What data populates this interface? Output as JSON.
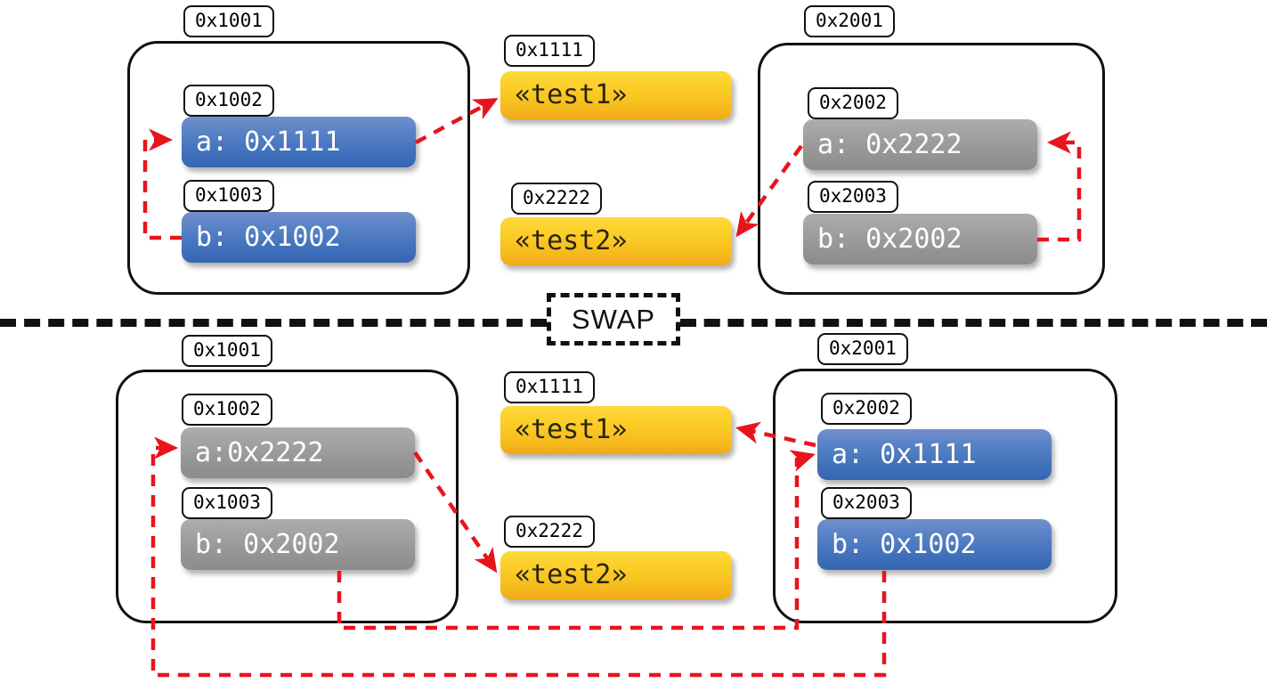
{
  "diagram": {
    "title": "pointer swap memory diagram",
    "divider_label": "SWAP",
    "colors": {
      "pointer_blue": "#3f6fba",
      "pointer_gray": "#9a9a9a",
      "string_yellow": "#f5b81c",
      "arrow_red": "#e8141c",
      "outline_black": "#111111"
    }
  },
  "before": {
    "left_frame": {
      "address": "0x1001",
      "slots": [
        {
          "address": "0x1002",
          "text": "a: 0x1111",
          "style": "blue"
        },
        {
          "address": "0x1003",
          "text": "b: 0x1002",
          "style": "blue"
        }
      ]
    },
    "right_frame": {
      "address": "0x2001",
      "slots": [
        {
          "address": "0x2002",
          "text": "a: 0x2222",
          "style": "gray"
        },
        {
          "address": "0x2003",
          "text": "b: 0x2002",
          "style": "gray"
        }
      ]
    },
    "strings": [
      {
        "address": "0x1111",
        "text": "«test1»",
        "style": "yellow"
      },
      {
        "address": "0x2222",
        "text": "«test2»",
        "style": "yellow"
      }
    ]
  },
  "after": {
    "left_frame": {
      "address": "0x1001",
      "slots": [
        {
          "address": "0x1002",
          "text": "a:0x2222",
          "style": "gray"
        },
        {
          "address": "0x1003",
          "text": "b: 0x2002",
          "style": "gray"
        }
      ]
    },
    "right_frame": {
      "address": "0x2001",
      "slots": [
        {
          "address": "0x2002",
          "text": "a: 0x1111",
          "style": "blue"
        },
        {
          "address": "0x2003",
          "text": "b: 0x1002",
          "style": "blue"
        }
      ]
    },
    "strings": [
      {
        "address": "0x1111",
        "text": "«test1»",
        "style": "yellow"
      },
      {
        "address": "0x2222",
        "text": "«test2»",
        "style": "yellow"
      }
    ]
  }
}
